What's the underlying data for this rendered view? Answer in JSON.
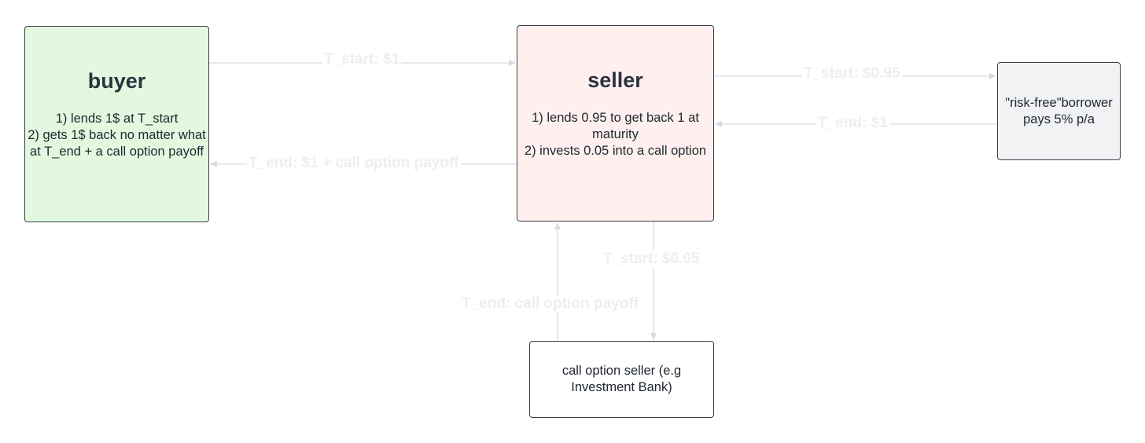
{
  "nodes": {
    "buyer": {
      "title": "buyer",
      "body": "1) lends 1$ at T_start\n2) gets 1$ back no matter what at T_end + a call option payoff",
      "fill": "#e2f9e0"
    },
    "seller": {
      "title": "seller",
      "body": "1) lends 0.95 to get back 1 at maturity\n2) invests 0.05 into a call option",
      "fill": "#fff0ef"
    },
    "borrower": {
      "body": "\"risk-free\"borrower pays 5% p/a",
      "fill": "#f1f2f4"
    },
    "call_option_seller": {
      "body": "call option seller (e.g Investment Bank)",
      "fill": "#ffffff"
    }
  },
  "edges": {
    "buyer_to_seller": "T_start: $1",
    "seller_to_buyer": "T_end: $1 + call option payoff",
    "seller_to_borrower": "T_start: $0.95",
    "borrower_to_seller": "T_end: $1",
    "seller_to_call_option_seller": "T_start: $0.05",
    "call_option_seller_to_seller": "T_end: call option payoff"
  },
  "colors": {
    "arrow": "#dfe2e6",
    "edge_label": "#eceef1",
    "border": "#3a3f47"
  }
}
